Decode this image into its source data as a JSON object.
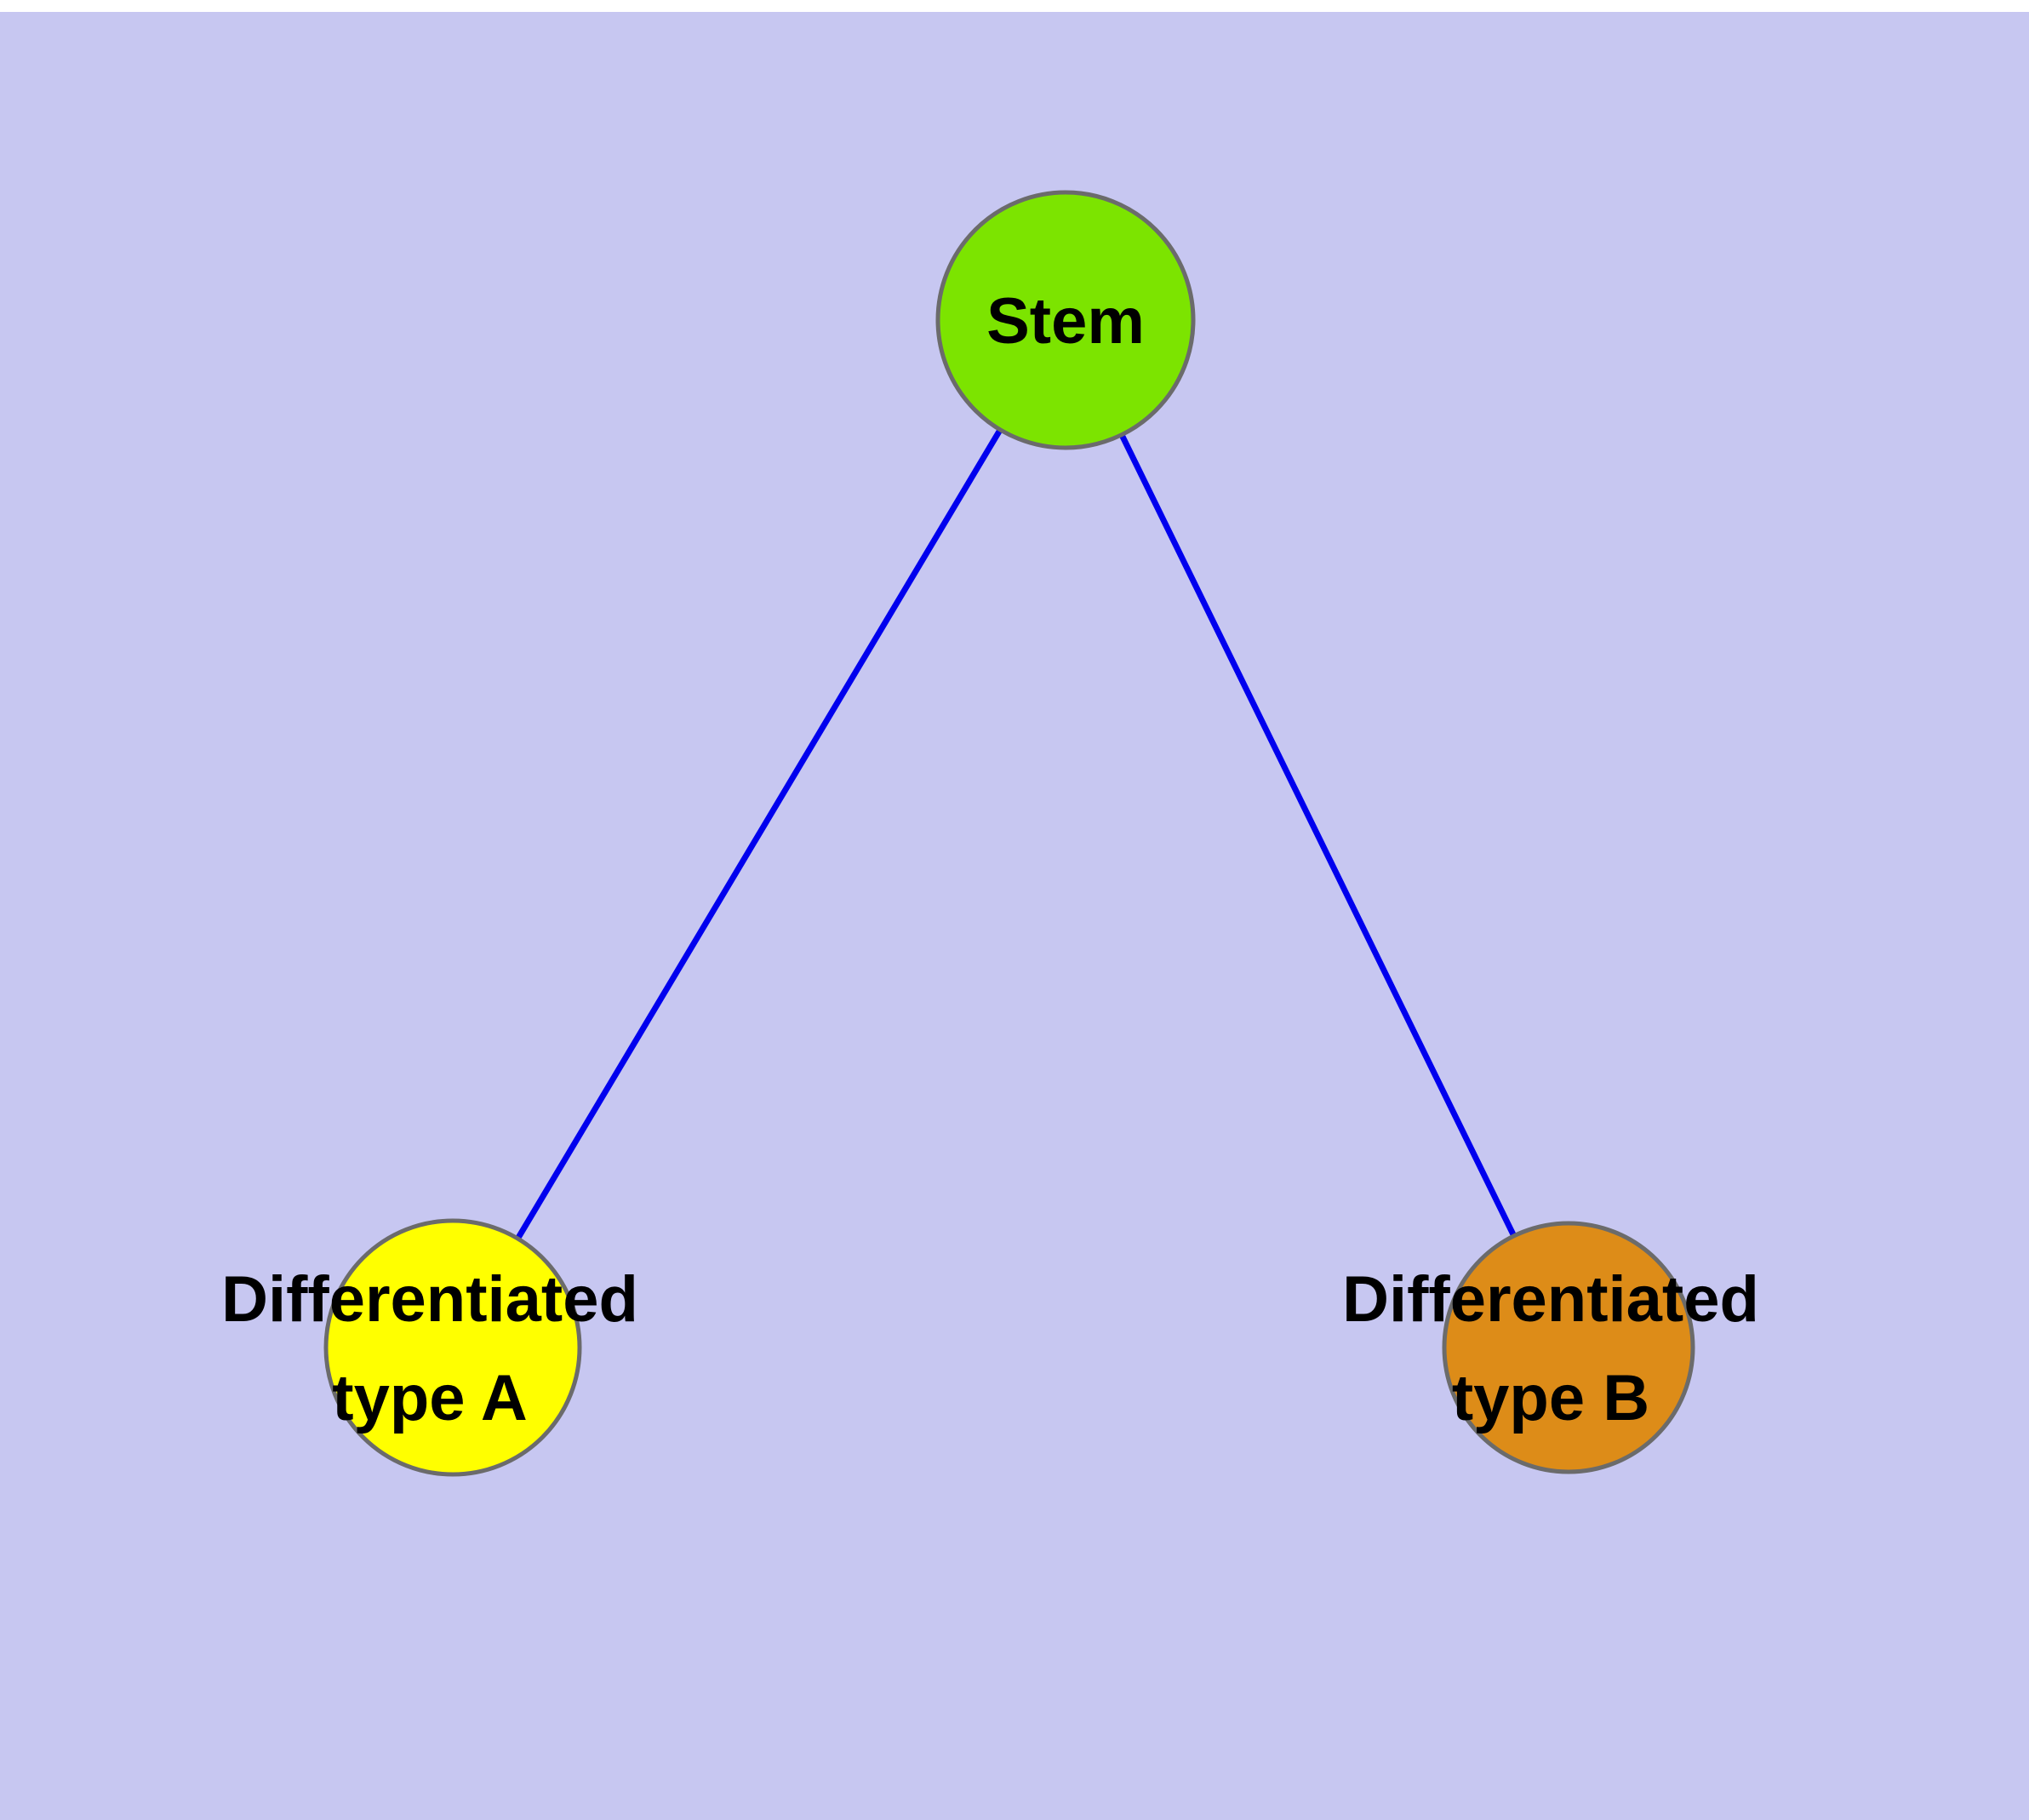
{
  "diagram": {
    "type": "network-graph",
    "background_color": "#c7c7f1",
    "top_strip_color": "#ffffff",
    "edge_color": "#0000ee",
    "node_border_color": "#6b6b6b",
    "label_color": "#000000",
    "nodes": [
      {
        "id": "stem",
        "label": "Stem",
        "color": "#7ce400"
      },
      {
        "id": "differentiated-type-a",
        "label_line1": "Differentiated",
        "label_line2": "type A",
        "color": "#ffff00"
      },
      {
        "id": "differentiated-type-b",
        "label_line1": "Differentiated",
        "label_line2": "type B",
        "color": "#dd8c18"
      }
    ],
    "edges": [
      {
        "from": "stem",
        "to": "differentiated-type-a"
      },
      {
        "from": "stem",
        "to": "differentiated-type-b"
      }
    ]
  }
}
